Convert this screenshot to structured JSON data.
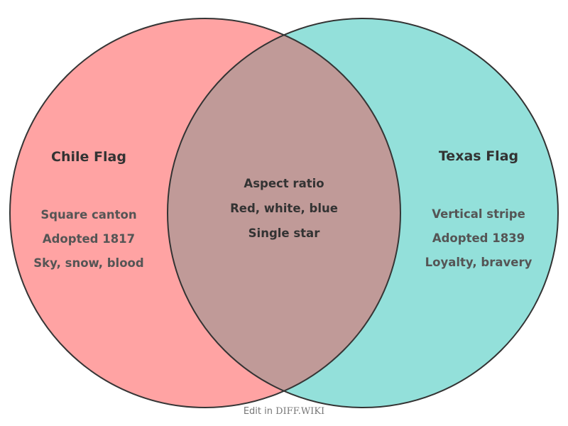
{
  "diagram": {
    "type": "venn",
    "colors": {
      "left_fill": "#ffa3a3",
      "right_fill": "#93e0da",
      "overlap_fill": "#c09a98",
      "stroke": "#333333"
    },
    "left": {
      "title": "Chile Flag",
      "items": [
        "Square canton",
        "Adopted 1817",
        "Sky, snow, blood"
      ]
    },
    "right": {
      "title": "Texas Flag",
      "items": [
        "Vertical stripe",
        "Adopted 1839",
        "Loyalty, bravery"
      ]
    },
    "shared": {
      "items": [
        "Aspect ratio",
        "Red, white, blue",
        "Single star"
      ]
    }
  },
  "footer": {
    "prefix": "Edit in ",
    "brand": "DIFF.WIKI"
  }
}
